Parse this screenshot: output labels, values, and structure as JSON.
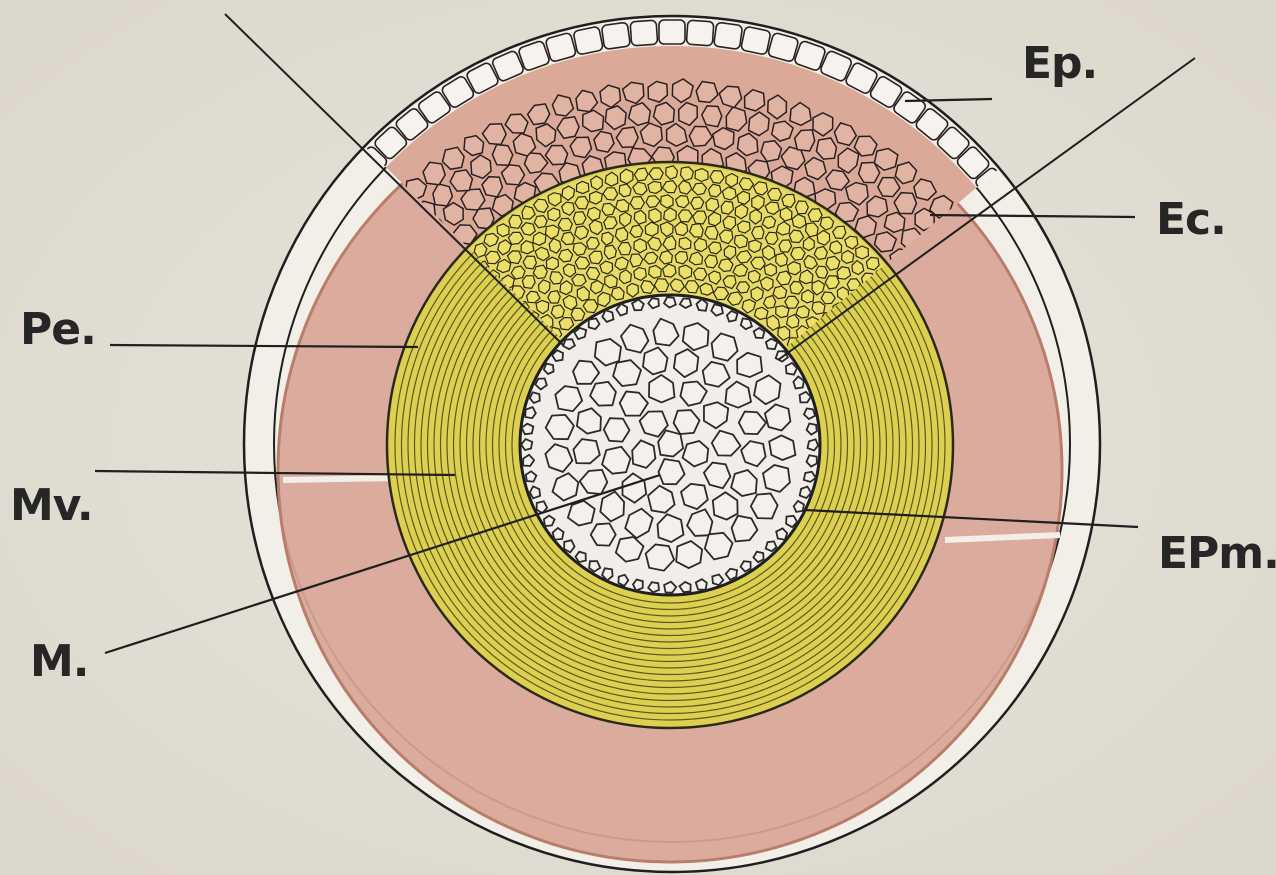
{
  "diagram": {
    "labels": {
      "ep": "Ep.",
      "ec": "Ec.",
      "pe": "Pe.",
      "mv": "Mv.",
      "m": "M.",
      "epm": "EPm."
    },
    "colors": {
      "paper": "#e4e0d6",
      "outer_ring": "#f2efe8",
      "cortex": "#d9a596",
      "cortex_cells": "#e0b0a0",
      "endocarp_yellow": "#e6d75c",
      "medullary_rings": "#d9cc48",
      "pith": "#f1eeea",
      "line": "#1f1f1f"
    }
  }
}
